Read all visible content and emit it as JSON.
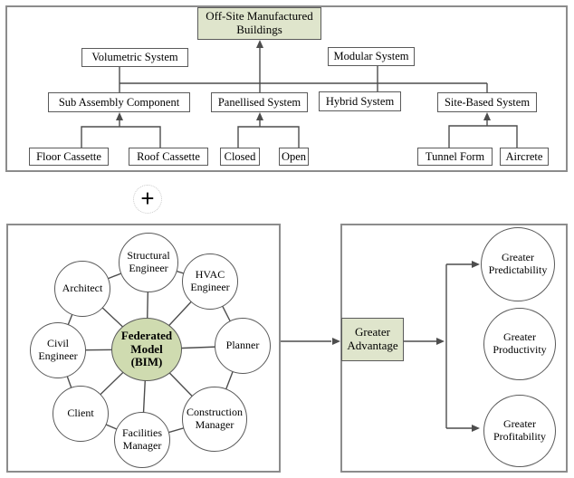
{
  "colors": {
    "node_fill_green": "#dfe5cc",
    "hub_fill_green": "#cfdbb0",
    "box_border": "#5a5a5a",
    "container_border": "#8c8c8c",
    "line": "#4d4d4d"
  },
  "top_diagram": {
    "root": "Off-Site Manufactured Buildings",
    "volumetric": "Volumetric System",
    "modular": "Modular System",
    "sub_assembly": "Sub Assembly Component",
    "panellised": "Panellised System",
    "hybrid": "Hybrid System",
    "site_based": "Site-Based System",
    "floor_cassette": "Floor Cassette",
    "roof_cassette": "Roof Cassette",
    "closed": "Closed",
    "open": "Open",
    "tunnel_form": "Tunnel Form",
    "aircrete": "Aircrete"
  },
  "plus": "+",
  "bim_diagram": {
    "hub": "Federated Model (BIM)",
    "structural": "Structural Engineer",
    "hvac": "HVAC Engineer",
    "architect": "Architect",
    "planner": "Planner",
    "civil": "Civil Engineer",
    "client": "Client",
    "construction": "Construction Manager",
    "facilities": "Facilities Manager"
  },
  "outcome_diagram": {
    "hub": "Greater Advantage",
    "predictability": "Greater Predictability",
    "productivity": "Greater Productivity",
    "profitability": "Greater Profitability"
  }
}
